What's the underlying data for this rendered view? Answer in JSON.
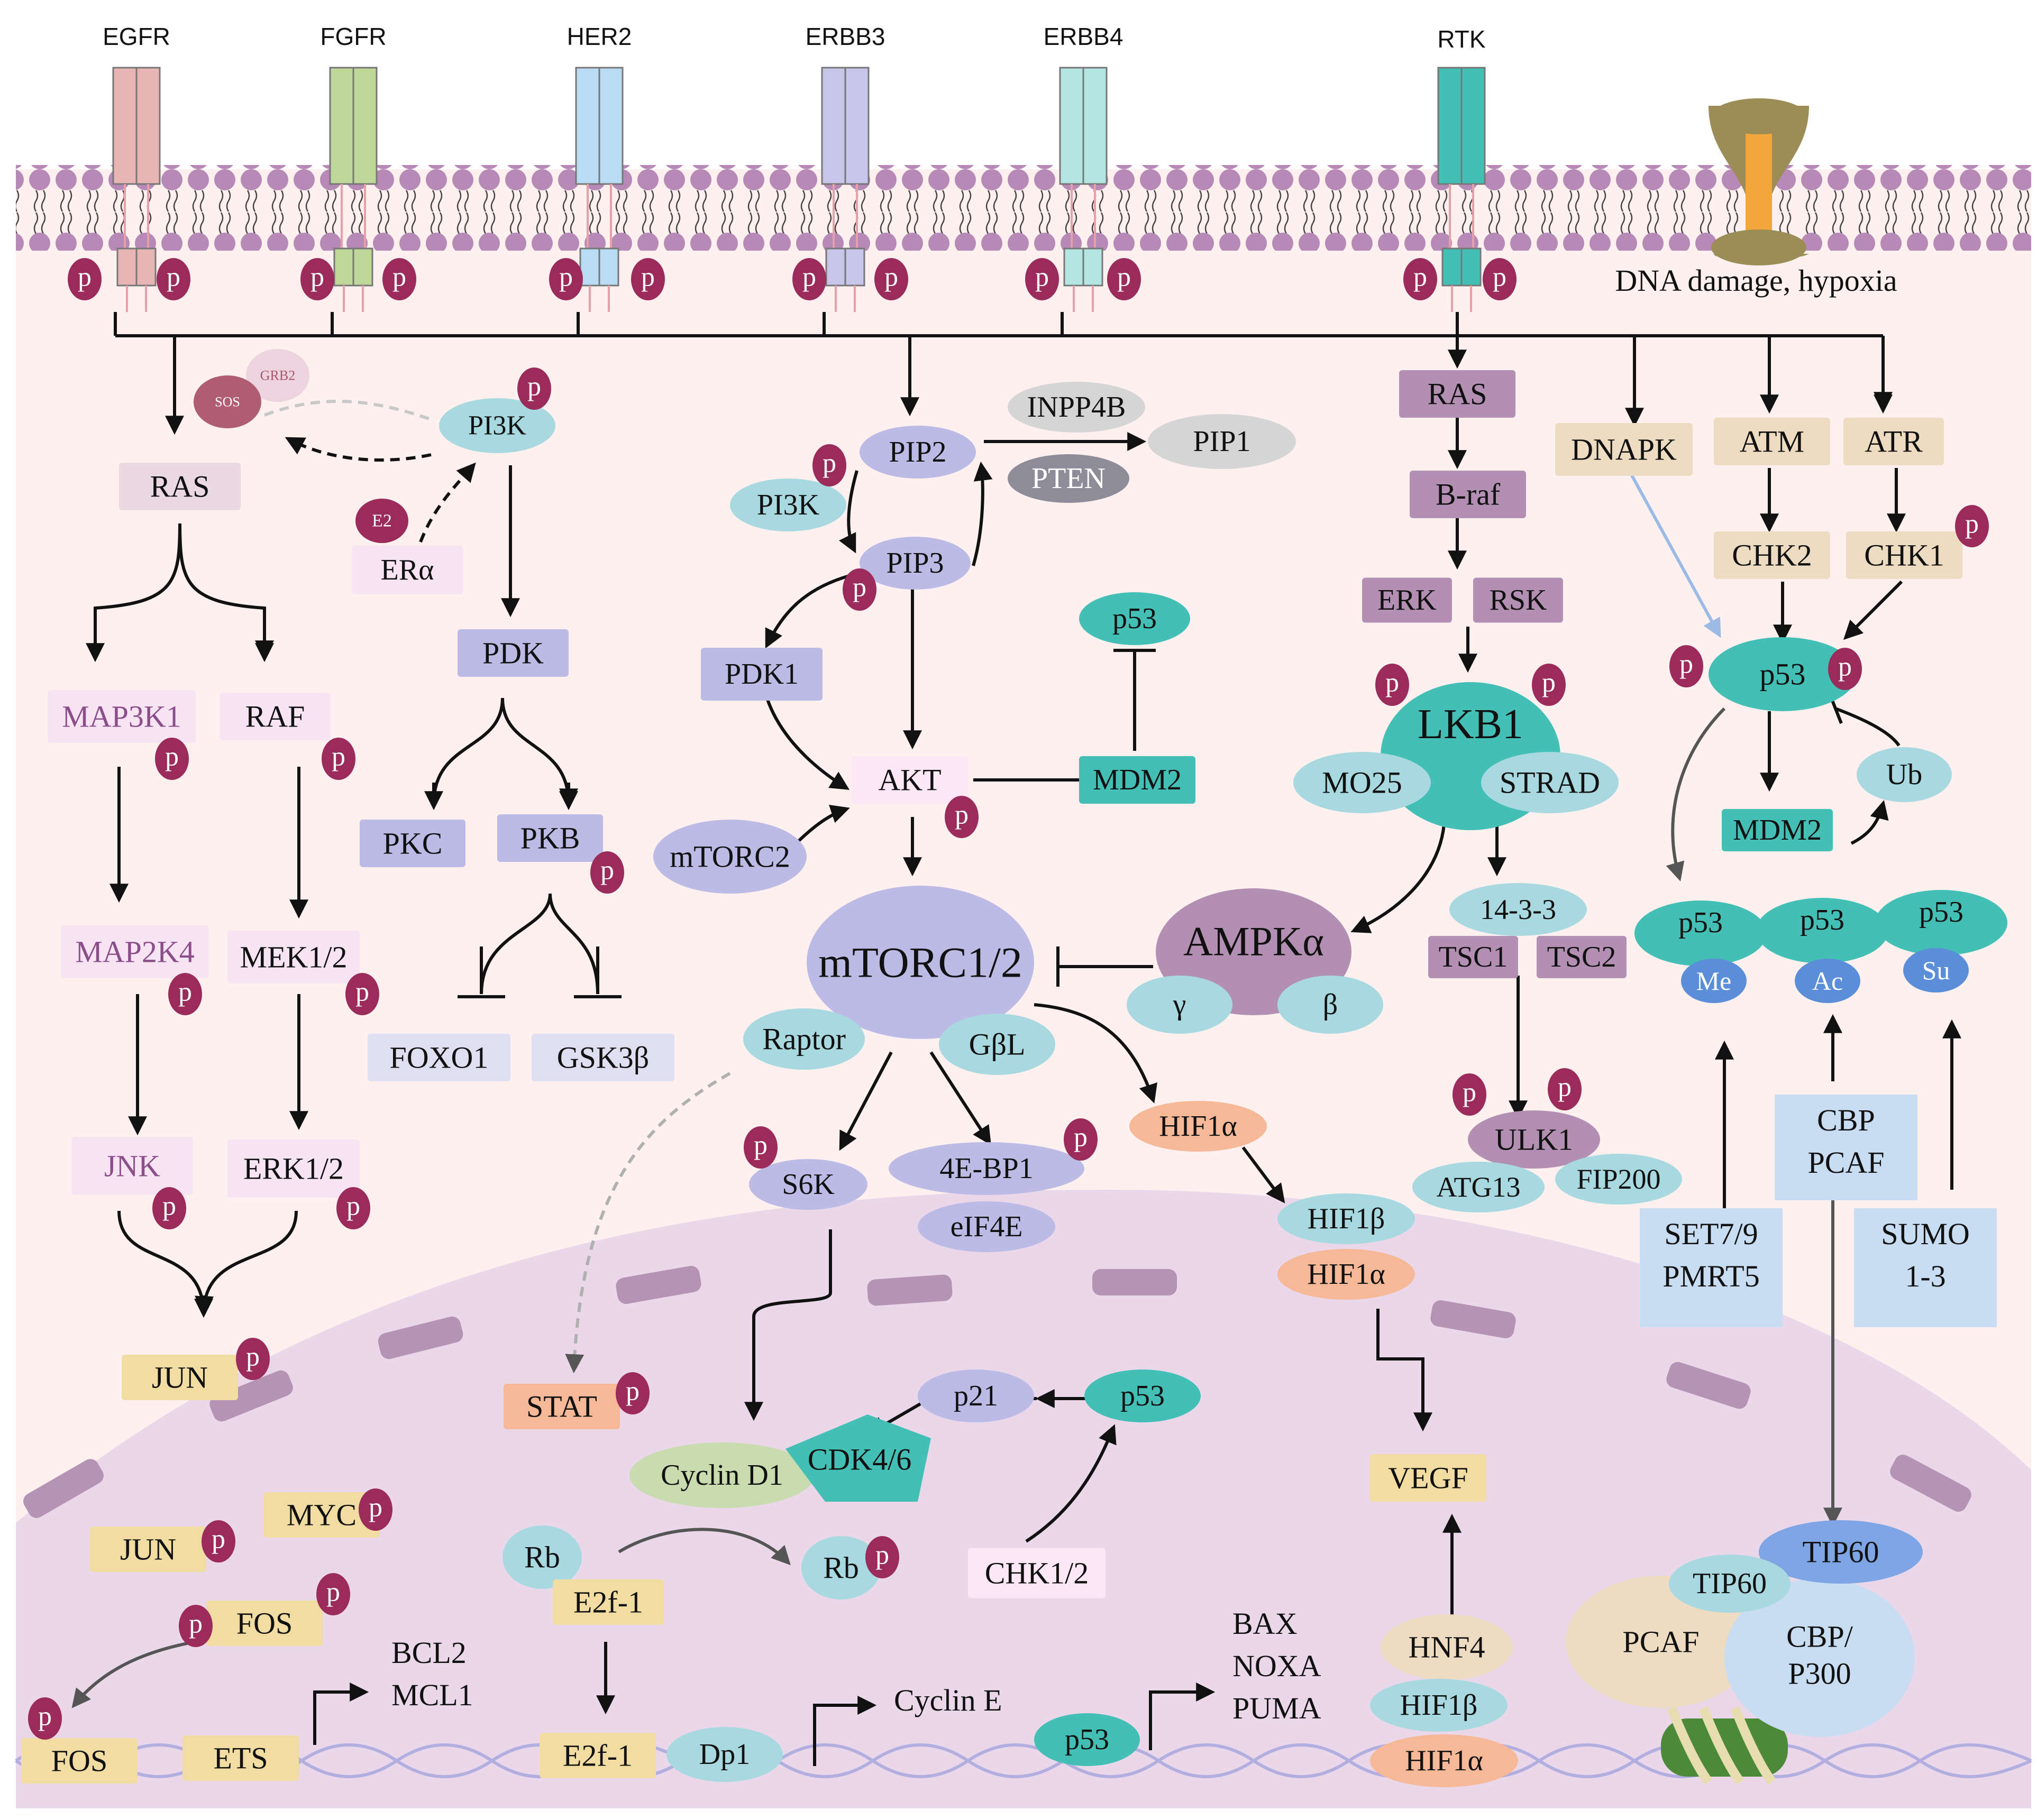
{
  "colors": {
    "cytoplasm": "#fdf0ee",
    "nucleus": "#ead8ea",
    "lipid": "#b689b6",
    "phospho": "#9b2b5a",
    "teal": "#43bfb5",
    "lightblue": "#a8d8e0",
    "lavender": "#bcbbe6",
    "mauve": "#b390b3",
    "pink": "#f6e4f3",
    "tan": "#eedcc2",
    "yellow": "#f1dca2",
    "orange": "#f6b896",
    "grey": "#d5d5d5",
    "blue": "#c8dcf2",
    "green": "#c9dcb0"
  },
  "receptors": {
    "egfr": "EGFR",
    "fgfr": "FGFR",
    "her2": "HER2",
    "erbb3": "ERBB3",
    "erbb4": "ERBB4",
    "rtk": "RTK"
  },
  "phospho_label": "p",
  "left": {
    "grb2": "GRB2",
    "sos": "SOS",
    "pi3k": "PI3K",
    "e2": "E2",
    "era": "ERα",
    "ras": "RAS",
    "map3k1": "MAP3K1",
    "raf": "RAF",
    "map2k4": "MAP2K4",
    "mek12": "MEK1/2",
    "jnk": "JNK",
    "erk12": "ERK1/2",
    "jun": "JUN",
    "pdk": "PDK",
    "pkc": "PKC",
    "pkb": "PKB",
    "foxo1": "FOXO1",
    "gsk3b": "GSK3β"
  },
  "center": {
    "pip2": "PIP2",
    "inpp4b": "INPP4B",
    "pip1": "PIP1",
    "pten": "PTEN",
    "pi3k": "PI3K",
    "pip3": "PIP3",
    "pdk1": "PDK1",
    "akt": "AKT",
    "p53": "p53",
    "mdm2": "MDM2",
    "mtorc2": "mTORC2",
    "mtorc12": "mTORC1/2",
    "raptor": "Raptor",
    "gbl": "GβL",
    "s6k": "S6K",
    "ebp1": "4E-BP1",
    "eif4e": "eIF4E",
    "hif1a": "HIF1α",
    "hif1b": "HIF1β",
    "hif1a_2": "HIF1α",
    "ampk": "AMPKα",
    "gamma": "γ",
    "beta": "β"
  },
  "right": {
    "ras": "RAS",
    "braf": "B-raf",
    "erk": "ERK",
    "rsk": "RSK",
    "lkb1": "LKB1",
    "mo25": "MO25",
    "strad": "STRAD",
    "p1433": "14-3-3",
    "tsc1": "TSC1",
    "tsc2": "TSC2",
    "ulk1": "ULK1",
    "atg13": "ATG13",
    "fip200": "FIP200",
    "damage": "DNA damage, hypoxia",
    "dnapk": "DNAPK",
    "atm": "ATM",
    "atr": "ATR",
    "chk2": "CHK2",
    "chk1": "CHK1",
    "p53": "p53",
    "mdm2": "MDM2",
    "ub": "Ub",
    "p53_me": "p53",
    "me": "Me",
    "p53_ac": "p53",
    "ac": "Ac",
    "p53_su": "p53",
    "su": "Su",
    "cbp_pcaf": [
      "CBP",
      "PCAF"
    ],
    "set7_pmrt5": [
      "SET7/9",
      "PMRT5"
    ],
    "sumo": [
      "SUMO",
      "1-3"
    ]
  },
  "nucleus": {
    "stat": "STAT",
    "p21": "p21",
    "p53_a": "p53",
    "cyclin_d1": "Cyclin D1",
    "cdk46": "CDK4/6",
    "myc": "MYC",
    "jun": "JUN",
    "fos": "FOS",
    "fos2": "FOS",
    "ets": "ETS",
    "bcl2_mcl1": [
      "BCL2",
      "MCL1"
    ],
    "rb": "Rb",
    "rb2": "Rb",
    "e2f1": "E2f-1",
    "e2f1_2": "E2f-1",
    "dp1": "Dp1",
    "chk12": "CHK1/2",
    "cyclin_e": "Cyclin E",
    "p53_b": "p53",
    "bax_group": [
      "BAX",
      "NOXA",
      "PUMA"
    ],
    "vegf": "VEGF",
    "hnf4": "HNF4",
    "hif1b": "HIF1β",
    "hif1a": "HIF1α",
    "tip60_a": "TIP60",
    "tip60_b": "TIP60",
    "pcaf": "PCAF",
    "cbp_p300": [
      "CBP/",
      "P300"
    ]
  }
}
